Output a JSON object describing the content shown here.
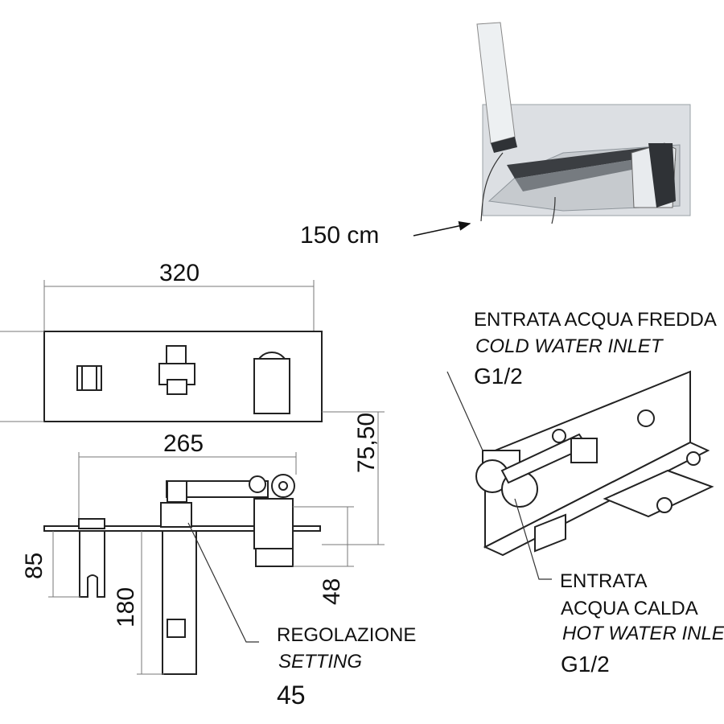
{
  "labels": {
    "hose_length": "150 cm",
    "width_total": "320",
    "width_inner": "265",
    "height_spout": "75,50",
    "height_holder": "85",
    "depth_body": "180",
    "depth_valve": "48",
    "setting_it": "REGOLAZIONE",
    "setting_en": "SETTING",
    "setting_value": "45",
    "cold_it": "ENTRATA ACQUA FREDDA",
    "cold_en": "COLD WATER INLET",
    "cold_thread": "G1/2",
    "hot_it_1": "ENTRATA",
    "hot_it_2": "ACQUA CALDA",
    "hot_en": "HOT WATER INLET",
    "hot_thread": "G1/2"
  },
  "colors": {
    "line": "#222222",
    "dimension": "#777777",
    "chrome": "#dcdfe3"
  },
  "icons": [
    "arrow-icon",
    "faucet-photo"
  ]
}
